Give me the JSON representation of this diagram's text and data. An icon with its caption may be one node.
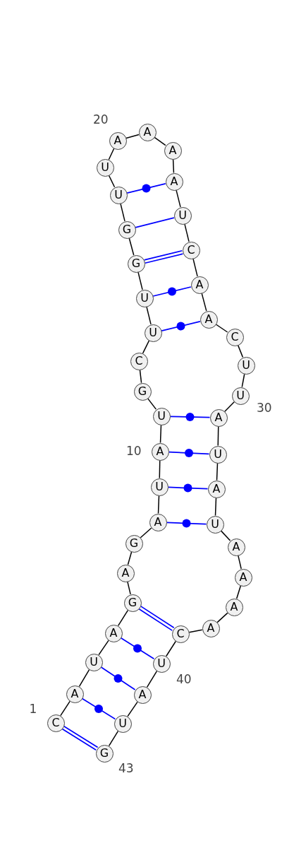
{
  "diagram": {
    "nodes": [
      {
        "text": [
          "C"
        ],
        "beside": [
          "1"
        ]
      },
      {
        "text": [
          "A"
        ]
      },
      {
        "text": [
          "U"
        ]
      },
      {
        "text": [
          "A"
        ]
      },
      {
        "text": [
          "G"
        ]
      },
      {
        "text": [
          "A"
        ]
      },
      {
        "text": [
          "G"
        ]
      },
      {
        "text": [
          "A"
        ]
      },
      {
        "text": [
          "U"
        ]
      },
      {
        "text": [
          "A"
        ],
        "beside": [
          "10"
        ]
      },
      {
        "text": [
          "U"
        ]
      },
      {
        "text": [
          "G"
        ]
      },
      {
        "text": [
          "C"
        ]
      },
      {
        "text": [
          "U"
        ]
      },
      {
        "text": [
          "U"
        ]
      },
      {
        "text": [
          "G"
        ]
      },
      {
        "text": [
          "G"
        ]
      },
      {
        "text": [
          "U"
        ]
      },
      {
        "text": [
          "U"
        ]
      },
      {
        "text": [
          "A"
        ],
        "beside": [
          "20"
        ]
      },
      {
        "text": [
          "A"
        ]
      },
      {
        "text": [
          "A"
        ]
      },
      {
        "text": [
          "A"
        ]
      },
      {
        "text": [
          "U"
        ]
      },
      {
        "text": [
          "C"
        ]
      },
      {
        "text": [
          "A"
        ]
      },
      {
        "text": [
          "A"
        ]
      },
      {
        "text": [
          "C"
        ]
      },
      {
        "text": [
          "U"
        ]
      },
      {
        "text": [
          "U"
        ],
        "beside": [
          "30"
        ]
      },
      {
        "text": [
          "A"
        ]
      },
      {
        "text": [
          "U"
        ]
      },
      {
        "text": [
          "A"
        ]
      },
      {
        "text": [
          "U"
        ]
      },
      {
        "text": [
          "A"
        ]
      },
      {
        "text": [
          "A"
        ]
      },
      {
        "text": [
          "A"
        ]
      },
      {
        "text": [
          "A"
        ]
      },
      {
        "text": [
          "C"
        ]
      },
      {
        "text": [
          "U"
        ],
        "beside": [
          "40"
        ]
      },
      {
        "text": [
          "A"
        ]
      },
      {
        "text": [
          "U"
        ]
      },
      {
        "text": [
          "G"
        ],
        "beside": [
          "43"
        ]
      }
    ],
    "edges": [
      {
        "from": 0,
        "to": 1,
        "arrow": "none"
      },
      {
        "from": 1,
        "to": 2,
        "arrow": "none"
      },
      {
        "from": 2,
        "to": 3,
        "arrow": "none"
      },
      {
        "from": 3,
        "to": 4,
        "arrow": "none"
      },
      {
        "from": 4,
        "to": 5,
        "arrow": "none"
      },
      {
        "from": 5,
        "to": 6,
        "arrow": "none"
      },
      {
        "from": 6,
        "to": 7,
        "arrow": "none"
      },
      {
        "from": 7,
        "to": 8,
        "arrow": "none"
      },
      {
        "from": 8,
        "to": 9,
        "arrow": "none"
      },
      {
        "from": 9,
        "to": 10,
        "arrow": "none"
      },
      {
        "from": 10,
        "to": 11,
        "arrow": "none"
      },
      {
        "from": 11,
        "to": 12,
        "arrow": "none"
      },
      {
        "from": 12,
        "to": 13,
        "arrow": "none"
      },
      {
        "from": 13,
        "to": 14,
        "arrow": "none"
      },
      {
        "from": 14,
        "to": 15,
        "arrow": "none"
      },
      {
        "from": 15,
        "to": 16,
        "arrow": "none"
      },
      {
        "from": 16,
        "to": 17,
        "arrow": "none"
      },
      {
        "from": 17,
        "to": 18,
        "arrow": "none"
      },
      {
        "from": 18,
        "to": 19,
        "arrow": "none"
      },
      {
        "from": 19,
        "to": 20,
        "arrow": "none"
      },
      {
        "from": 20,
        "to": 21,
        "arrow": "none"
      },
      {
        "from": 21,
        "to": 22,
        "arrow": "none"
      },
      {
        "from": 22,
        "to": 23,
        "arrow": "none"
      },
      {
        "from": 23,
        "to": 24,
        "arrow": "none"
      },
      {
        "from": 24,
        "to": 25,
        "arrow": "none"
      },
      {
        "from": 25,
        "to": 26,
        "arrow": "none"
      },
      {
        "from": 26,
        "to": 27,
        "arrow": "none"
      },
      {
        "from": 27,
        "to": 28,
        "arrow": "none"
      },
      {
        "from": 28,
        "to": 29,
        "arrow": "none"
      },
      {
        "from": 29,
        "to": 30,
        "arrow": "none"
      },
      {
        "from": 30,
        "to": 31,
        "arrow": "none"
      },
      {
        "from": 31,
        "to": 32,
        "arrow": "none"
      },
      {
        "from": 32,
        "to": 33,
        "arrow": "none"
      },
      {
        "from": 33,
        "to": 34,
        "arrow": "none"
      },
      {
        "from": 34,
        "to": 35,
        "arrow": "none"
      },
      {
        "from": 35,
        "to": 36,
        "arrow": "none"
      },
      {
        "from": 36,
        "to": 37,
        "arrow": "none"
      },
      {
        "from": 37,
        "to": 38,
        "arrow": "none"
      },
      {
        "from": 38,
        "to": 39,
        "arrow": "none"
      },
      {
        "from": 39,
        "to": 40,
        "arrow": "none"
      },
      {
        "from": 40,
        "to": 41,
        "arrow": "none"
      },
      {
        "from": 41,
        "to": 42,
        "arrow": "none"
      },
      {
        "from": 0,
        "to": 42,
        "arrow": "none",
        "color": "#0000ff"
      },
      {
        "from": 1,
        "to": 41,
        "arrow": "none",
        "color": "#0000ff"
      },
      {
        "from": 2,
        "to": 40,
        "arrow": "none",
        "color": "#0000ff"
      },
      {
        "from": 3,
        "to": 39,
        "arrow": "none",
        "color": "#0000ff"
      },
      {
        "from": 4,
        "to": 38,
        "arrow": "none",
        "color": "#0000ff"
      },
      {
        "from": 7,
        "to": 33,
        "arrow": "none",
        "color": "#0000ff"
      },
      {
        "from": 8,
        "to": 32,
        "arrow": "none",
        "color": "#0000ff"
      },
      {
        "from": 9,
        "to": 31,
        "arrow": "none",
        "color": "#0000ff"
      },
      {
        "from": 10,
        "to": 30,
        "arrow": "none",
        "color": "#0000ff"
      },
      {
        "from": 13,
        "to": 26,
        "arrow": "none",
        "color": "#0000ff"
      },
      {
        "from": 14,
        "to": 25,
        "arrow": "none",
        "color": "#0000ff"
      },
      {
        "from": 15,
        "to": 24,
        "arrow": "none",
        "color": "#0000ff"
      },
      {
        "from": 16,
        "to": 23,
        "arrow": "none",
        "color": "#0000ff"
      },
      {
        "from": 17,
        "to": 22,
        "arrow": "none",
        "color": "#0000ff"
      }
    ]
  }
}
